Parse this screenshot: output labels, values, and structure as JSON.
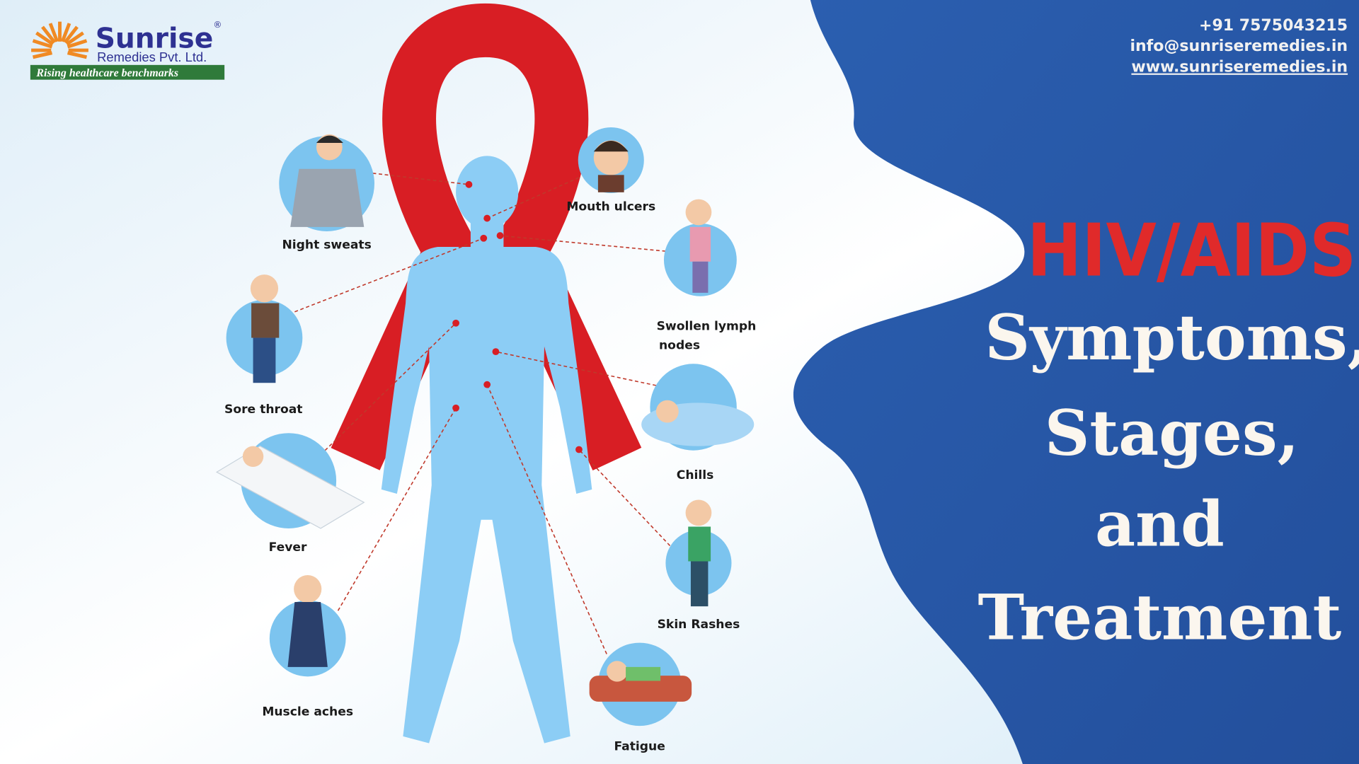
{
  "logo": {
    "name": "Sunrise",
    "registered": "®",
    "subtitle": "Remedies Pvt. Ltd.",
    "tagline": "Rising healthcare benchmarks"
  },
  "contact": {
    "phone": "+91 7575043215",
    "email": "info@sunriseremedies.in",
    "website": "www.sunriseremedies.in"
  },
  "title": {
    "line1": "HIV/AIDS",
    "line2": "Symptoms,",
    "line3": "Stages,",
    "line4": "and",
    "line5": "Treatment"
  },
  "symptoms": [
    {
      "label": "Night sweats",
      "icon": "night-sweats-icon"
    },
    {
      "label": "Mouth ulcers",
      "icon": "mouth-ulcers-icon"
    },
    {
      "label": "Swollen lymph",
      "label2": "nodes",
      "icon": "swollen-lymph-nodes-icon"
    },
    {
      "label": "Sore throat",
      "icon": "sore-throat-icon"
    },
    {
      "label": "Chills",
      "icon": "chills-icon"
    },
    {
      "label": "Fever",
      "icon": "fever-icon"
    },
    {
      "label": "Skin Rashes",
      "icon": "skin-rashes-icon"
    },
    {
      "label": "Muscle aches",
      "icon": "muscle-aches-icon"
    },
    {
      "label": "Fatigue",
      "icon": "fatigue-icon"
    }
  ],
  "colors": {
    "ribbon": "#d81e24",
    "body": "#8ccdf5",
    "panel": "#2a5aa8",
    "title_red": "#e02a2a",
    "logo_blue": "#2e3192",
    "logo_orange": "#f08a24",
    "logo_green": "#2f7a3a"
  }
}
